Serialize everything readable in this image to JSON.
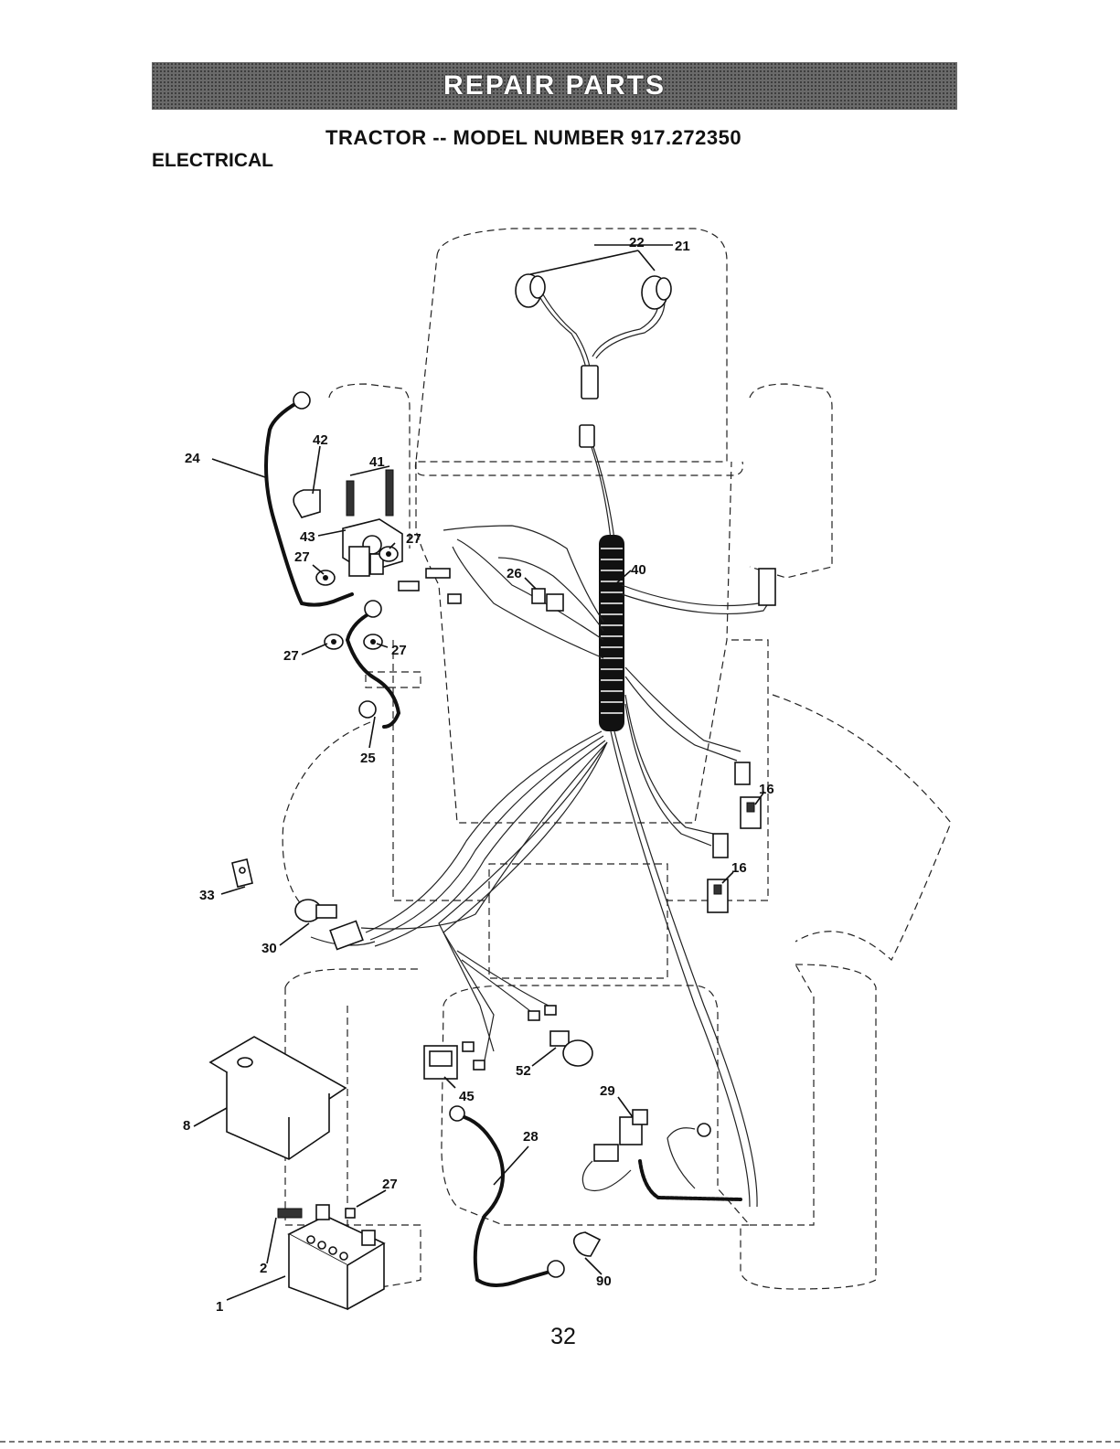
{
  "header": {
    "banner": "REPAIR PARTS",
    "model_title": "TRACTOR -- MODEL NUMBER 917.272350",
    "section": "ELECTRICAL"
  },
  "callouts": {
    "c22": "22",
    "c21": "21",
    "c42": "42",
    "c41": "41",
    "c24": "24",
    "c43": "43",
    "c27a": "27",
    "c27b": "27",
    "c26": "26",
    "c40": "40",
    "c27c": "27",
    "c27d": "27",
    "c25": "25",
    "c16a": "16",
    "c16b": "16",
    "c33": "33",
    "c30": "30",
    "c8": "8",
    "c52": "52",
    "c45": "45",
    "c29": "29",
    "c28": "28",
    "c27e": "27",
    "c2": "2",
    "c1": "1",
    "c90": "90"
  },
  "footer": {
    "page_number": "32"
  }
}
